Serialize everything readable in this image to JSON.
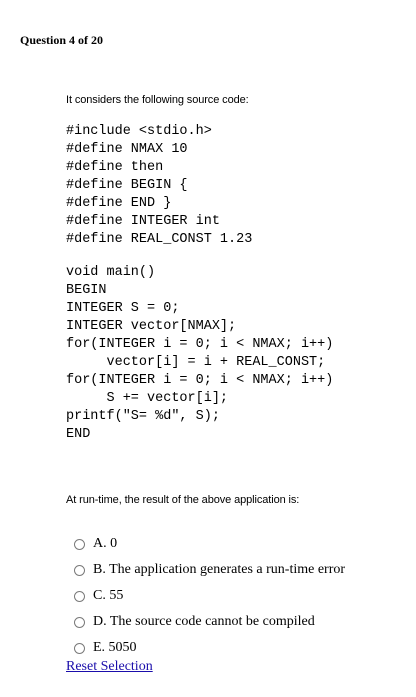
{
  "question": {
    "header": "Question 4 of 20",
    "intro": "It considers the following source code:",
    "code_block_1": "#include <stdio.h>\n#define NMAX 10\n#define then\n#define BEGIN {\n#define END }\n#define INTEGER int\n#define REAL_CONST 1.23",
    "code_block_2": "void main()\nBEGIN\nINTEGER S = 0;\nINTEGER vector[NMAX];\nfor(INTEGER i = 0; i < NMAX; i++)\n     vector[i] = i + REAL_CONST;\nfor(INTEGER i = 0; i < NMAX; i++)\n     S += vector[i];\nprintf(\"S= %d\", S);\nEND",
    "prompt": "At run-time, the result of the above application is:"
  },
  "options": [
    {
      "label": "A. 0"
    },
    {
      "label": "B. The application generates a run-time error"
    },
    {
      "label": "C. 55"
    },
    {
      "label": "D. The source code cannot be compiled"
    },
    {
      "label": "E. 5050"
    }
  ],
  "reset_label": "Reset Selection"
}
